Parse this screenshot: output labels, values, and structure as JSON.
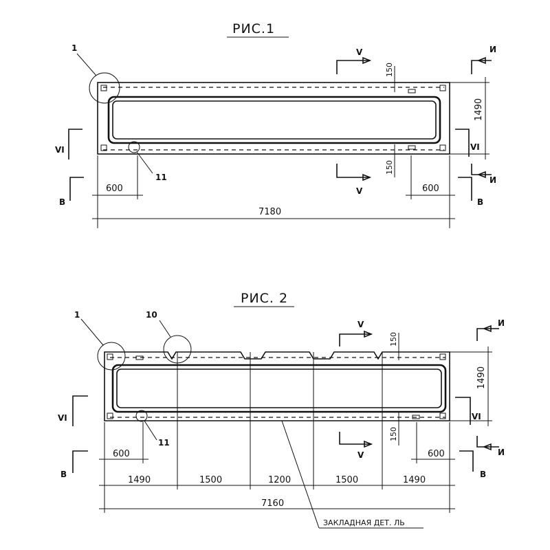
{
  "figure1": {
    "title": "РИС.1",
    "callouts": {
      "c1": "1",
      "c11": "11"
    },
    "sections": {
      "v_top": "V",
      "v_bottom": "V",
      "vi_left": "VI",
      "vi_right": "VI",
      "i_top": "И",
      "i_bottom": "И",
      "b_left": "В",
      "b_right": "В"
    },
    "dims": {
      "left": "600",
      "right": "600",
      "total": "7180",
      "height": "1490",
      "top_offset": "150",
      "bottom_offset": "150"
    }
  },
  "figure2": {
    "title": "РИС. 2",
    "callouts": {
      "c1": "1",
      "c10": "10",
      "c11": "11"
    },
    "sections": {
      "v_top": "V",
      "v_bottom": "V",
      "vi_left": "VI",
      "vi_right": "VI",
      "i_top": "И",
      "i_bottom": "И",
      "b_left": "В",
      "b_right": "В"
    },
    "dims": {
      "left": "600",
      "right": "600",
      "seg1": "1490",
      "seg2": "1500",
      "seg3": "1200",
      "seg4": "1500",
      "seg5": "1490",
      "total": "7160",
      "height": "1490",
      "top_offset": "150",
      "bottom_offset": "150"
    },
    "note": "ЗАКЛАДНАЯ ДЕТ. ЛЬ"
  }
}
